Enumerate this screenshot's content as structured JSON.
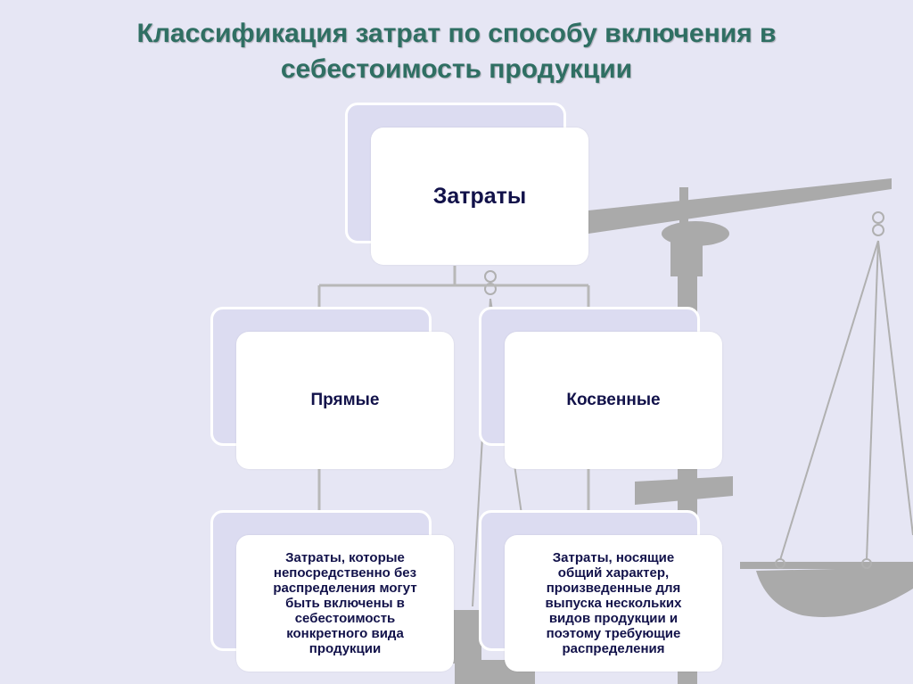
{
  "title": {
    "line1": "Классификация затрат по способу включения в",
    "line2": "себестоимость продукции"
  },
  "root": {
    "label": "Затраты"
  },
  "branches": [
    {
      "label": "Прямые",
      "description": "Затраты, которые\nнепосредственно без\nраспределения могут\nбыть включены в\nсебестоимость\nконкретного вида\nпродукции"
    },
    {
      "label": "Косвенные",
      "description": "Затраты, носящие\nобщий характер,\nпроизведенные для\nвыпуска нескольких\nвидов продукции и\nпоэтому требующие\nраспределения"
    }
  ],
  "colors": {
    "background": "#e6e6f4",
    "title": "#2f6f63",
    "text": "#12124a",
    "scales": "#a9a9a9"
  },
  "icons": {
    "background_image": "scales-icon"
  }
}
